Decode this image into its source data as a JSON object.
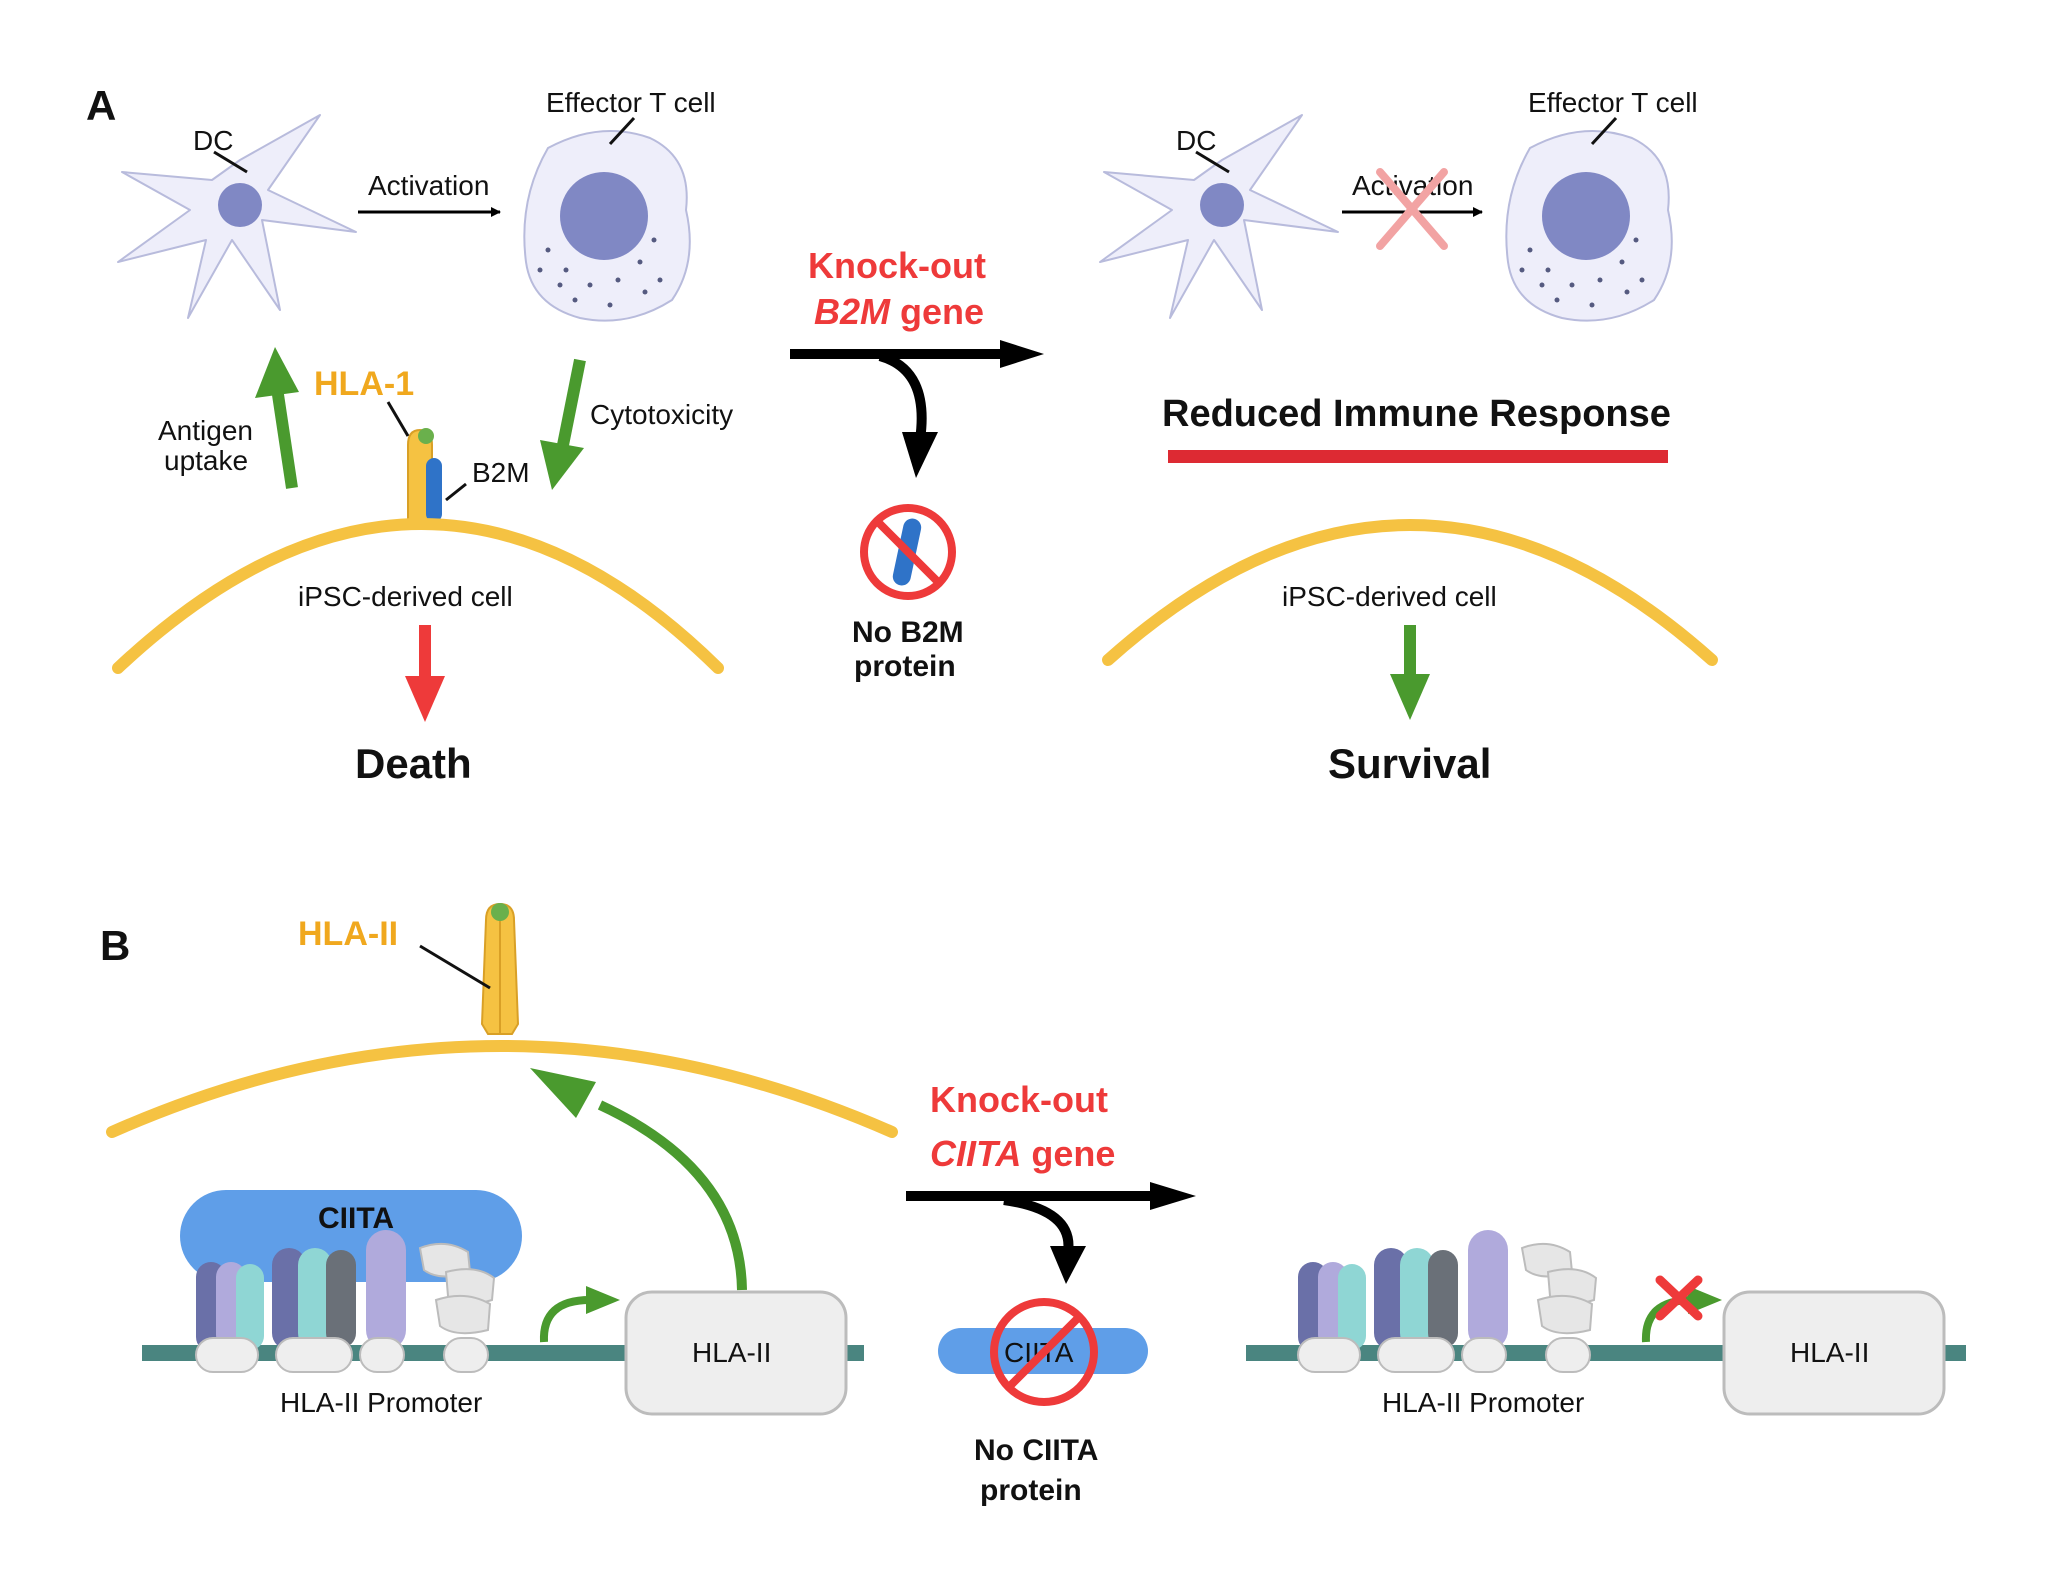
{
  "colors": {
    "membrane": "#f5c242",
    "hla_orange": "#f0a81e",
    "knockout_red": "#ee3a3a",
    "green": "#4a9a2e",
    "red_bar": "#dd2a33",
    "b2m_blue": "#2f73c8",
    "ciita_blue": "#5f9ee8",
    "dna_teal": "#4a8580",
    "cell_fill": "#eeeefa",
    "nucleus": "#8088c4"
  },
  "panel_a": {
    "label": "A",
    "left": {
      "dc_label": "DC",
      "effector_label": "Effector T cell",
      "activation_label": "Activation",
      "antigen_label_1": "Antigen",
      "antigen_label_2": "uptake",
      "hla1_label": "HLA-1",
      "b2m_label": "B2M",
      "cytotoxicity_label": "Cytotoxicity",
      "cell_label": "iPSC-derived cell",
      "outcome": "Death"
    },
    "knockout": {
      "line1": "Knock-out",
      "gene": "B2M",
      "line2_suffix": " gene",
      "no_protein_1": "No B2M",
      "no_protein_2": "protein"
    },
    "right": {
      "dc_label": "DC",
      "effector_label": "Effector T cell",
      "activation_label": "Activation",
      "reduced_label": "Reduced Immune Response",
      "cell_label": "iPSC-derived cell",
      "outcome": "Survival"
    }
  },
  "panel_b": {
    "label": "B",
    "left": {
      "hla2_label": "HLA-II",
      "ciita_label": "CIITA",
      "promoter_label": "HLA-II Promoter",
      "gene_box_label": "HLA-II"
    },
    "knockout": {
      "line1": "Knock-out",
      "gene": "CIITA",
      "line2_suffix": " gene",
      "ciita_label": "CIITA",
      "no_protein_1": "No CIITA",
      "no_protein_2": "protein"
    },
    "right": {
      "promoter_label": "HLA-II Promoter",
      "gene_box_label": "HLA-II"
    }
  }
}
